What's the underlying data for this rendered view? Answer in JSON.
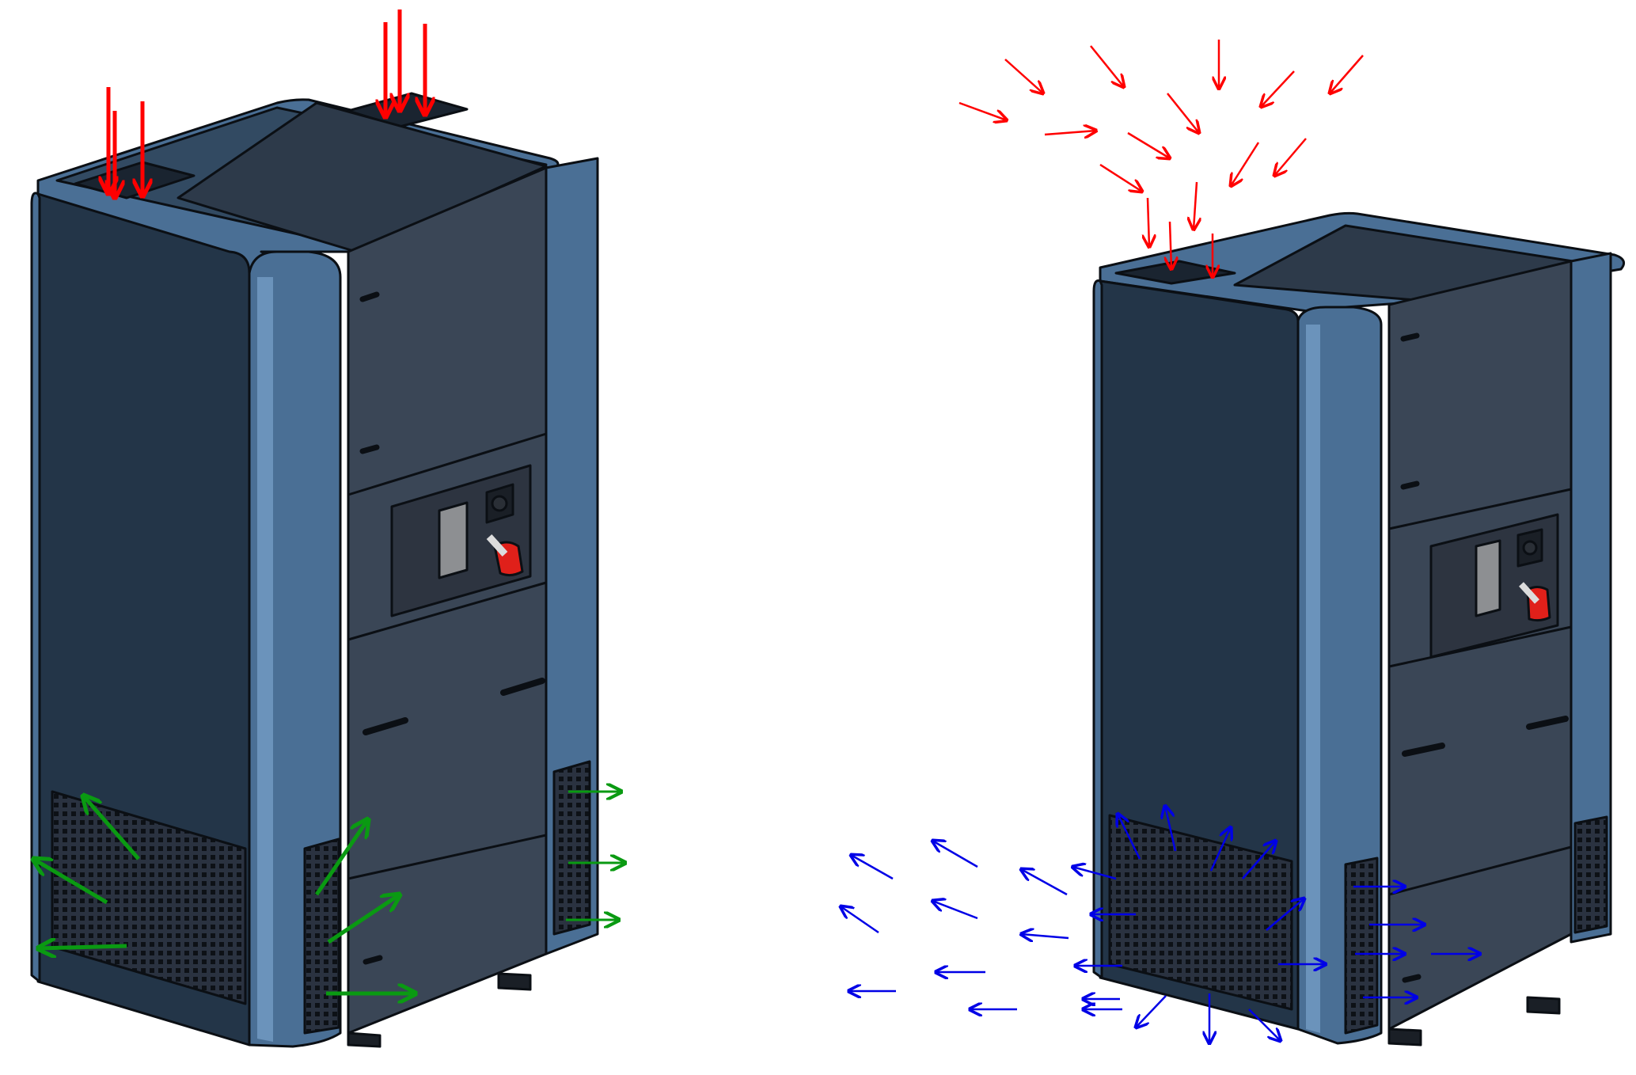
{
  "colors": {
    "background": "#ffffff",
    "cabinet_side": "#233548",
    "cabinet_front": "#3a4656",
    "frame_blue": "#4a6f95",
    "frame_blue_light": "#6b93bb",
    "outline": "#0b0f14",
    "grille": "#101418",
    "intake_arrow": "#ff0000",
    "exhaust_arrow_left_unit": "#0a9a12",
    "exhaust_arrow_right_unit": "#0000e6",
    "panel_window": "#8d8f92",
    "connector_red": "#e0201a"
  },
  "units": [
    {
      "id": "left",
      "intake_flow": "top-vents",
      "exhaust_flow": "bottom-grilles",
      "exhaust_color": "green"
    },
    {
      "id": "right",
      "intake_flow": "top-vents",
      "exhaust_flow": "bottom-grilles",
      "exhaust_color": "blue"
    }
  ],
  "icons": {
    "intake": "arrow-down-icon",
    "exhaust": "arrow-out-icon",
    "power_connector": "power-socket-icon"
  }
}
